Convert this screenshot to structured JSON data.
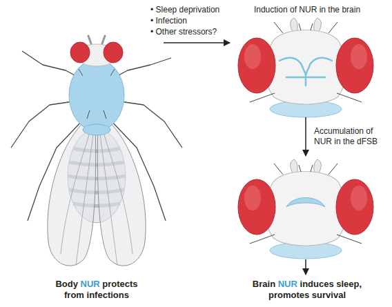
{
  "diagram": {
    "nodes": [
      {
        "text": [
          "Body NUR protects from infections"
        ]
      },
      {
        "text": [
          "Induction of NUR in the brain"
        ]
      },
      {
        "text": [
          "Brain NUR induces sleep, promotes survival"
        ]
      }
    ],
    "edges": [
      {
        "from": 0,
        "to": 1,
        "arrow": "to"
      },
      {
        "from": 1,
        "to": 2,
        "arrow": "to",
        "label": "Accumulation of NUR in the dFSB"
      }
    ],
    "labels": [
      "• Sleep deprivation",
      "• Infection",
      "• Other stressors?"
    ]
  }
}
